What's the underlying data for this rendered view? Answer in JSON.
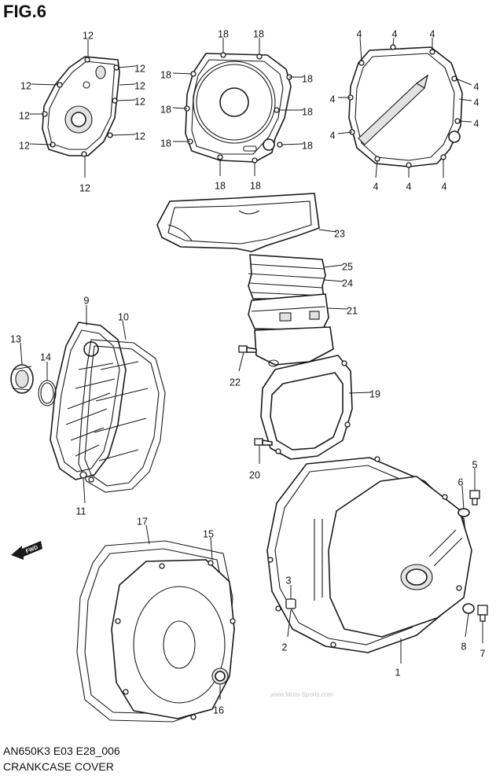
{
  "figure": {
    "title": "FIG.6",
    "model_code": "AN650K3 E03 E28_006",
    "caption": "CRANKCASE COVER",
    "direction_marker": "FWD",
    "watermark": "www.Moto-Sports.com"
  },
  "callouts": [
    {
      "label": "12"
    },
    {
      "label": "12"
    },
    {
      "label": "12"
    },
    {
      "label": "12"
    },
    {
      "label": "12"
    },
    {
      "label": "12"
    },
    {
      "label": "12"
    },
    {
      "label": "12"
    },
    {
      "label": "12"
    },
    {
      "label": "18"
    },
    {
      "label": "18"
    },
    {
      "label": "18"
    },
    {
      "label": "18"
    },
    {
      "label": "18"
    },
    {
      "label": "18"
    },
    {
      "label": "18"
    },
    {
      "label": "18"
    },
    {
      "label": "18"
    },
    {
      "label": "18"
    },
    {
      "label": "4"
    },
    {
      "label": "4"
    },
    {
      "label": "4"
    },
    {
      "label": "4"
    },
    {
      "label": "4"
    },
    {
      "label": "4"
    },
    {
      "label": "4"
    },
    {
      "label": "4"
    },
    {
      "label": "4"
    },
    {
      "label": "4"
    },
    {
      "label": "4"
    },
    {
      "label": "23"
    },
    {
      "label": "25"
    },
    {
      "label": "24"
    },
    {
      "label": "21"
    },
    {
      "label": "22"
    },
    {
      "label": "19"
    },
    {
      "label": "20"
    },
    {
      "label": "9"
    },
    {
      "label": "10"
    },
    {
      "label": "13"
    },
    {
      "label": "14"
    },
    {
      "label": "11"
    },
    {
      "label": "5"
    },
    {
      "label": "6"
    },
    {
      "label": "3"
    },
    {
      "label": "2"
    },
    {
      "label": "1"
    },
    {
      "label": "8"
    },
    {
      "label": "7"
    },
    {
      "label": "17"
    },
    {
      "label": "15"
    },
    {
      "label": "16"
    }
  ]
}
